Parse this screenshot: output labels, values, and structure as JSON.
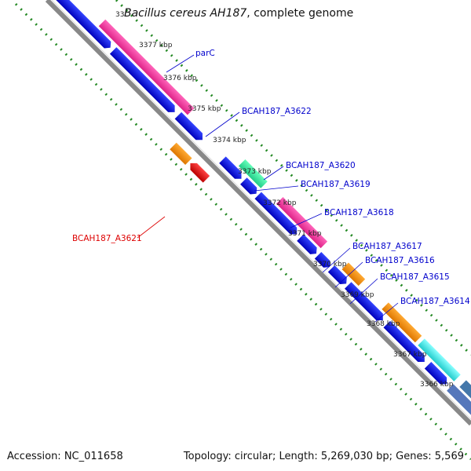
{
  "header": {
    "title_species": "Bacillus cereus AH187",
    "title_rest": ", complete genome",
    "partial_tick": "33"
  },
  "footer": {
    "accession": "Accession: NC_011658",
    "summary": "Topology: circular; Length: 5,269,030 bp; Genes: 5,569"
  },
  "ticks": [
    "3377 kbp",
    "3376 kbp",
    "3375 kbp",
    "3374 kbp",
    "3373 kbp",
    "3372 kbp",
    "3371 kbp",
    "3370 kbp",
    "3369 kbp",
    "3368 kbp",
    "3367 kbp",
    "3366 kbp"
  ],
  "gene_labels": [
    {
      "name": "parC",
      "color": "#0000cc"
    },
    {
      "name": "BCAH187_A3622",
      "color": "#0000cc"
    },
    {
      "name": "BCAH187_A3620",
      "color": "#0000cc"
    },
    {
      "name": "BCAH187_A3619",
      "color": "#0000cc"
    },
    {
      "name": "BCAH187_A3618",
      "color": "#0000cc"
    },
    {
      "name": "BCAH187_A3617",
      "color": "#0000cc"
    },
    {
      "name": "BCAH187_A3616",
      "color": "#0000cc"
    },
    {
      "name": "BCAH187_A3615",
      "color": "#0000cc"
    },
    {
      "name": "BCAH187_A3614",
      "color": "#0000cc"
    },
    {
      "name": "BCAH187_A3621",
      "color": "#dd0000"
    }
  ],
  "colors": {
    "cds": "#0000dd",
    "rna_magenta": "#ff3399",
    "rna_green": "#33ee99",
    "orange": "#ff9900",
    "cyan": "#33ffff",
    "red": "#ee0000",
    "backbone": "#888888",
    "tick_green": "#228822"
  }
}
